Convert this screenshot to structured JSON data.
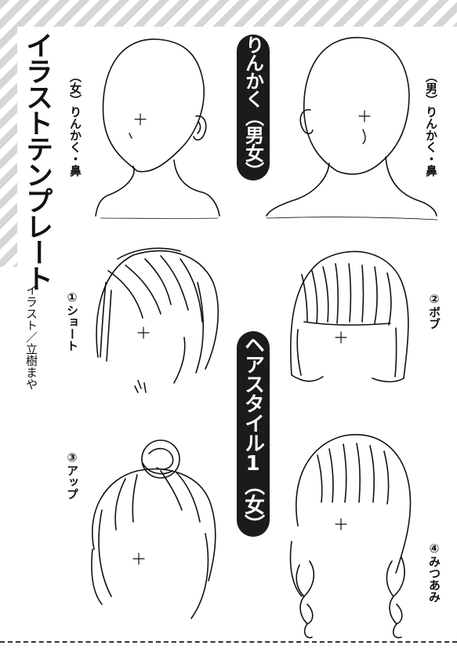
{
  "title": "イラストテンプレート",
  "credit": "イラスト／立樹まや",
  "section_face": "りんかく（男女）",
  "section_hair": "ヘアスタイル1（女）",
  "labels": {
    "female_face": "（女）りんかく・鼻",
    "male_face": "（男）りんかく・鼻",
    "short": "①ショート",
    "bob": "②ボブ",
    "up": "③アップ",
    "braid": "④みつあみ"
  },
  "colors": {
    "pill": "#1b1b1b",
    "stripe": "#d6d6d6",
    "ink": "#111111"
  }
}
